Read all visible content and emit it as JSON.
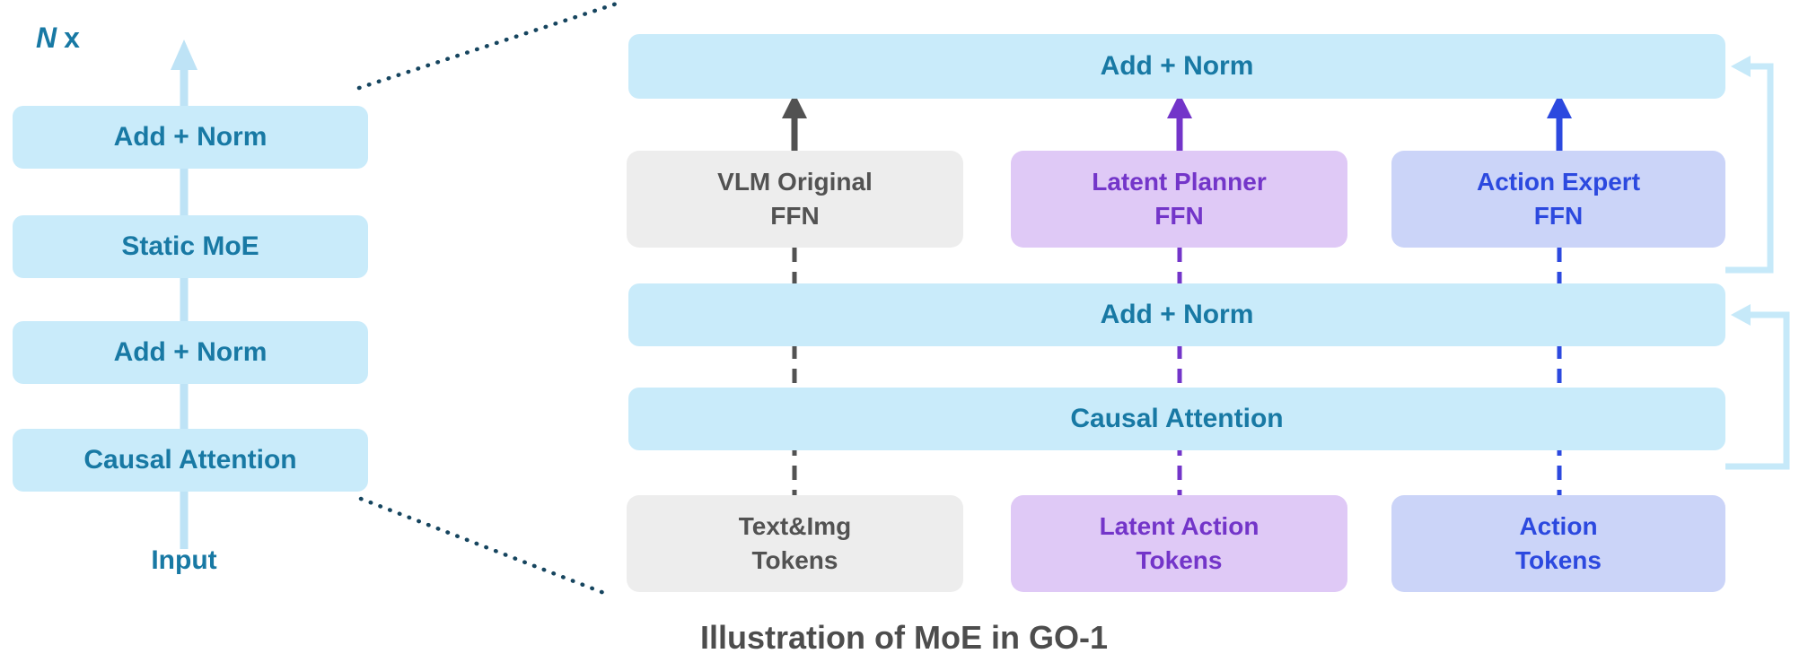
{
  "colors": {
    "bar-bg": "#C9EBFA",
    "bar-text": "#1879A4",
    "left-arrow": "#BEE3F6",
    "gray-bg": "#EDEDED",
    "gray-text": "#525252",
    "purple-bg": "#DFC9F6",
    "purple-text": "#7335C9",
    "blue-bg": "#CBD4F8",
    "blue-text": "#2C49DF",
    "residual": "#C6E9F9",
    "dotted-line": "#16455F",
    "caption-text": "#4D4D4D"
  },
  "left_stack": {
    "repeat_label_n": "N",
    "repeat_label_x": "x",
    "blocks": [
      {
        "label": "Add + Norm"
      },
      {
        "label": "Static MoE"
      },
      {
        "label": "Add + Norm"
      },
      {
        "label": "Causal Attention"
      }
    ],
    "input_label": "Input"
  },
  "right_diagram": {
    "top_bar_label": "Add + Norm",
    "mid_bar_label": "Add + Norm",
    "attention_bar_label": "Causal Attention",
    "experts": [
      {
        "label": "VLM Original\nFFN"
      },
      {
        "label": "Latent Planner\nFFN"
      },
      {
        "label": "Action Expert\nFFN"
      }
    ],
    "tokens": [
      {
        "label": "Text&Img\nTokens"
      },
      {
        "label": "Latent Action\nTokens"
      },
      {
        "label": "Action\nTokens"
      }
    ]
  },
  "caption": "Illustration of MoE in GO-1"
}
